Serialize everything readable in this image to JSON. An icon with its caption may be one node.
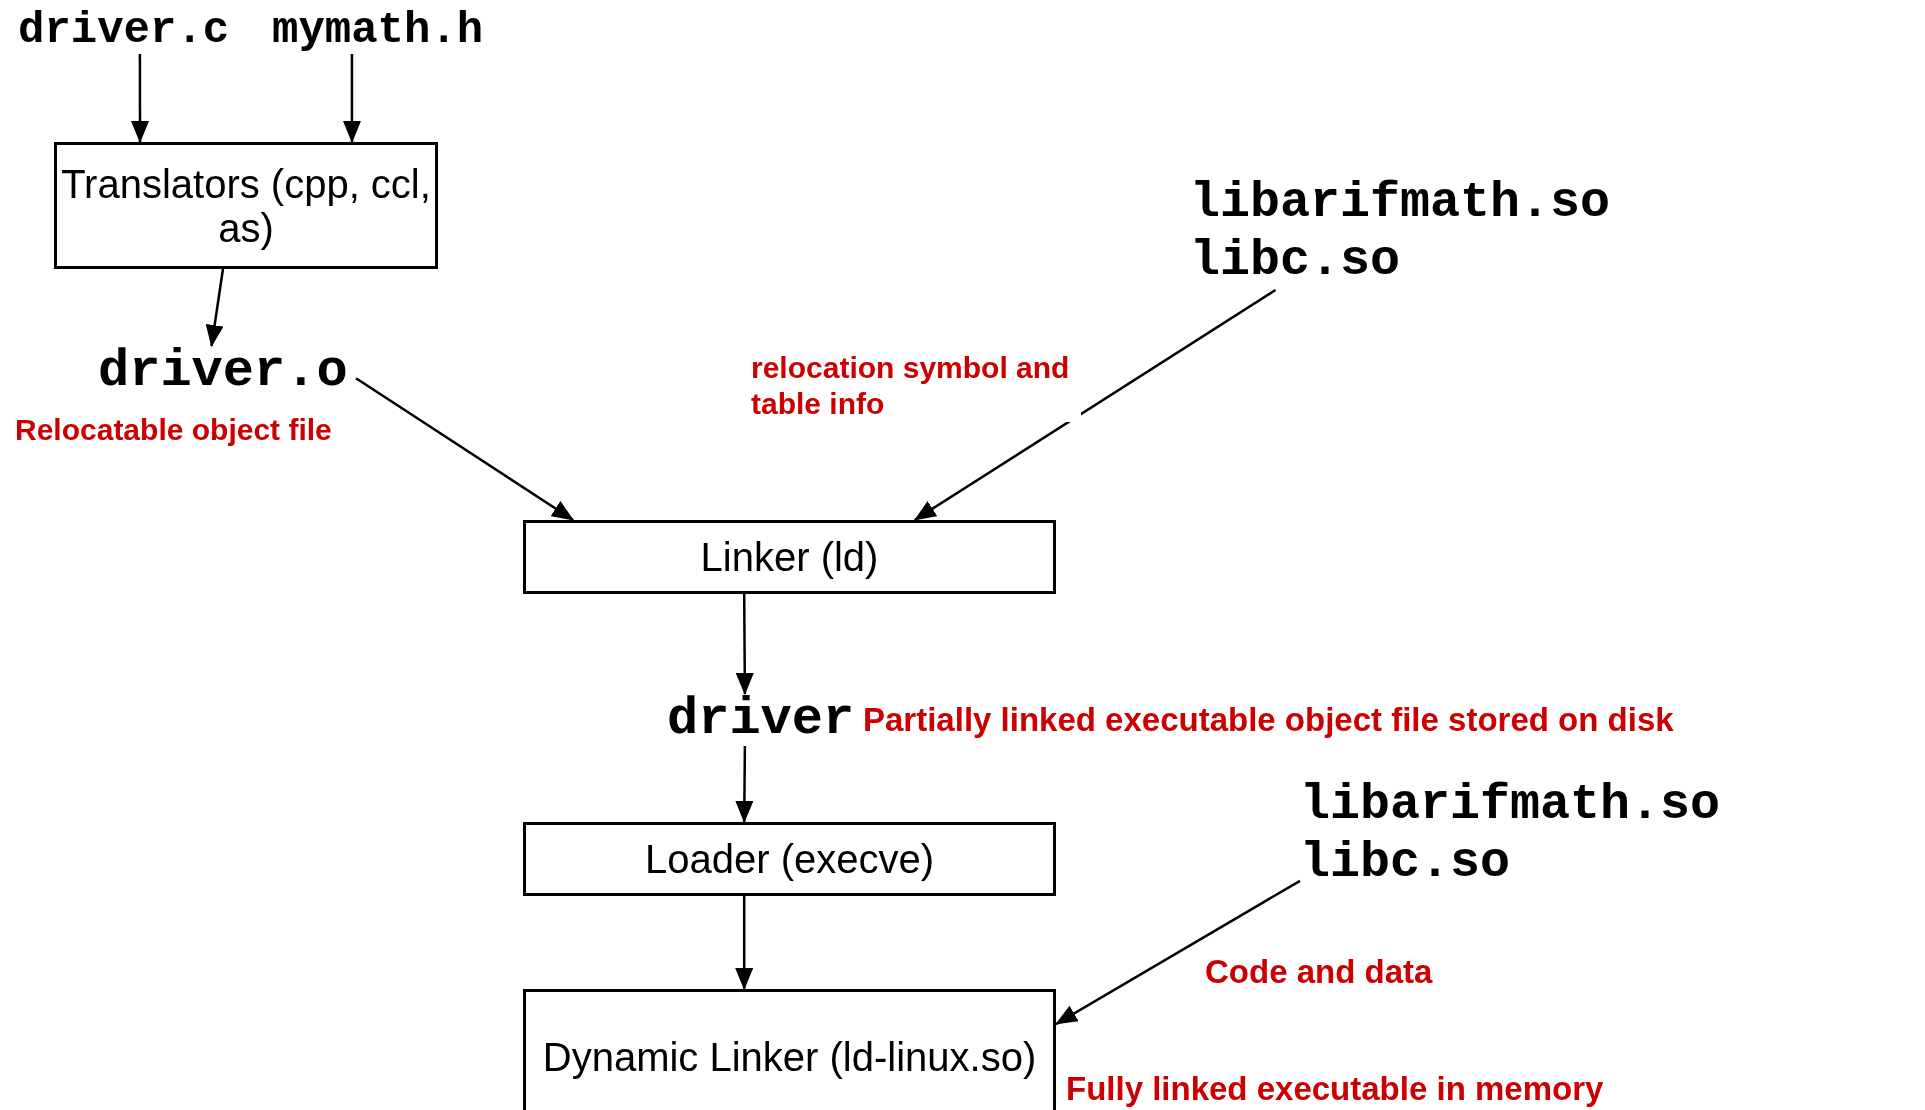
{
  "diagram": {
    "nodes": [
      {
        "text": [
          "driver.c"
        ]
      },
      {
        "text": [
          "mymath.h"
        ]
      },
      {
        "text": [
          "Translators (cpp, ccl, as)"
        ]
      },
      {
        "text": [
          "driver.o"
        ],
        "beside": [
          "Relocatable object file"
        ]
      },
      {
        "text": [
          "libarifmath.so",
          "libc.so"
        ]
      },
      {
        "text": [
          "Linker (ld)"
        ]
      },
      {
        "text": [
          "driver"
        ],
        "beside": [
          "Partially linked executable object file stored on disk"
        ]
      },
      {
        "text": [
          "Loader (execve)"
        ]
      },
      {
        "text": [
          "libarifmath.so",
          "libc.so"
        ]
      },
      {
        "text": [
          "Dynamic Linker (ld-linux.so)"
        ],
        "beside": [
          "Fully linked executable in memory"
        ]
      }
    ],
    "edges": [
      {
        "from": 0,
        "to": 2,
        "arrow": "to"
      },
      {
        "from": 1,
        "to": 2,
        "arrow": "to"
      },
      {
        "from": 2,
        "to": 3,
        "arrow": "to"
      },
      {
        "from": 3,
        "to": 5,
        "arrow": "to"
      },
      {
        "from": 4,
        "to": 5,
        "arrow": "to",
        "label": "relocation symbol and table info"
      },
      {
        "from": 5,
        "to": 6,
        "arrow": "to"
      },
      {
        "from": 6,
        "to": 7,
        "arrow": "to"
      },
      {
        "from": 7,
        "to": 9,
        "arrow": "to"
      },
      {
        "from": 8,
        "to": 9,
        "arrow": "to",
        "label": "Code and data"
      }
    ]
  }
}
